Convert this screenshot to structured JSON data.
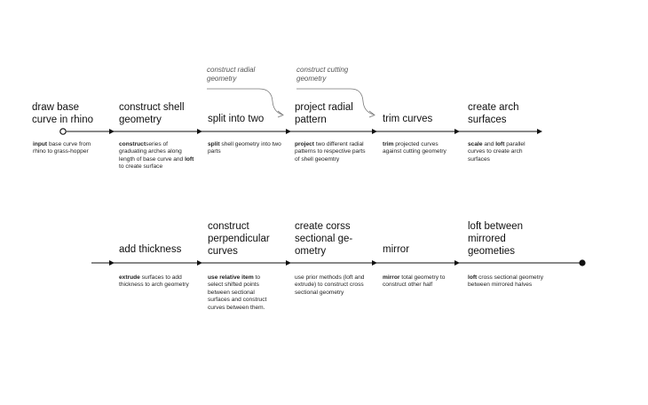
{
  "row1": {
    "steps": [
      {
        "title": "draw base curve in rhino",
        "desc": [
          {
            "b": "input"
          },
          {
            "t": " base curve from rhino to grass-hopper"
          }
        ]
      },
      {
        "title": "construct shell geometry",
        "desc": [
          {
            "b": "construct"
          },
          {
            "t": "series of graduating arches along length of base curve and "
          },
          {
            "b": "loft"
          },
          {
            "t": " to create surface"
          }
        ]
      },
      {
        "title": "split into two",
        "desc": [
          {
            "b": "split"
          },
          {
            "t": " shell geometry into two parts"
          }
        ]
      },
      {
        "title": "project radial pattern",
        "desc": [
          {
            "b": "project"
          },
          {
            "t": " two different radial patterns to respective parts of shell geoemtry"
          }
        ]
      },
      {
        "title": "trim curves",
        "desc": [
          {
            "b": "trim"
          },
          {
            "t": " projected curves against cutting geometry"
          }
        ]
      },
      {
        "title": "create arch surfaces",
        "desc": [
          {
            "b": "scale"
          },
          {
            "t": " and "
          },
          {
            "b": "loft"
          },
          {
            "t": " parallel curves to create arch surfaces"
          }
        ]
      }
    ]
  },
  "row2": {
    "steps": [
      {
        "title": "add thickness",
        "desc": [
          {
            "b": "extrude"
          },
          {
            "t": " surfaces to add thickness to arch geometry"
          }
        ]
      },
      {
        "title": "construct perpendicular curves",
        "desc": [
          {
            "b": "use relative item"
          },
          {
            "t": " to select shifted points between sectional surfaces and construct curves between them."
          }
        ]
      },
      {
        "title": "create corss sectional ge-ometry",
        "desc": [
          {
            "t": "use prior methods (loft and extrude) to construct cross sectional geometry"
          }
        ]
      },
      {
        "title": "mirror",
        "desc": [
          {
            "b": "mirror"
          },
          {
            "t": " total geometry to construct other half"
          }
        ]
      },
      {
        "title": "loft between mirrored geometies",
        "desc": [
          {
            "b": "loft"
          },
          {
            "t": " cross sectional geometry between mirrored halves"
          }
        ]
      }
    ]
  },
  "annotations": [
    {
      "text": "construct radial geometry"
    },
    {
      "text": "construct cutting geometry"
    }
  ]
}
